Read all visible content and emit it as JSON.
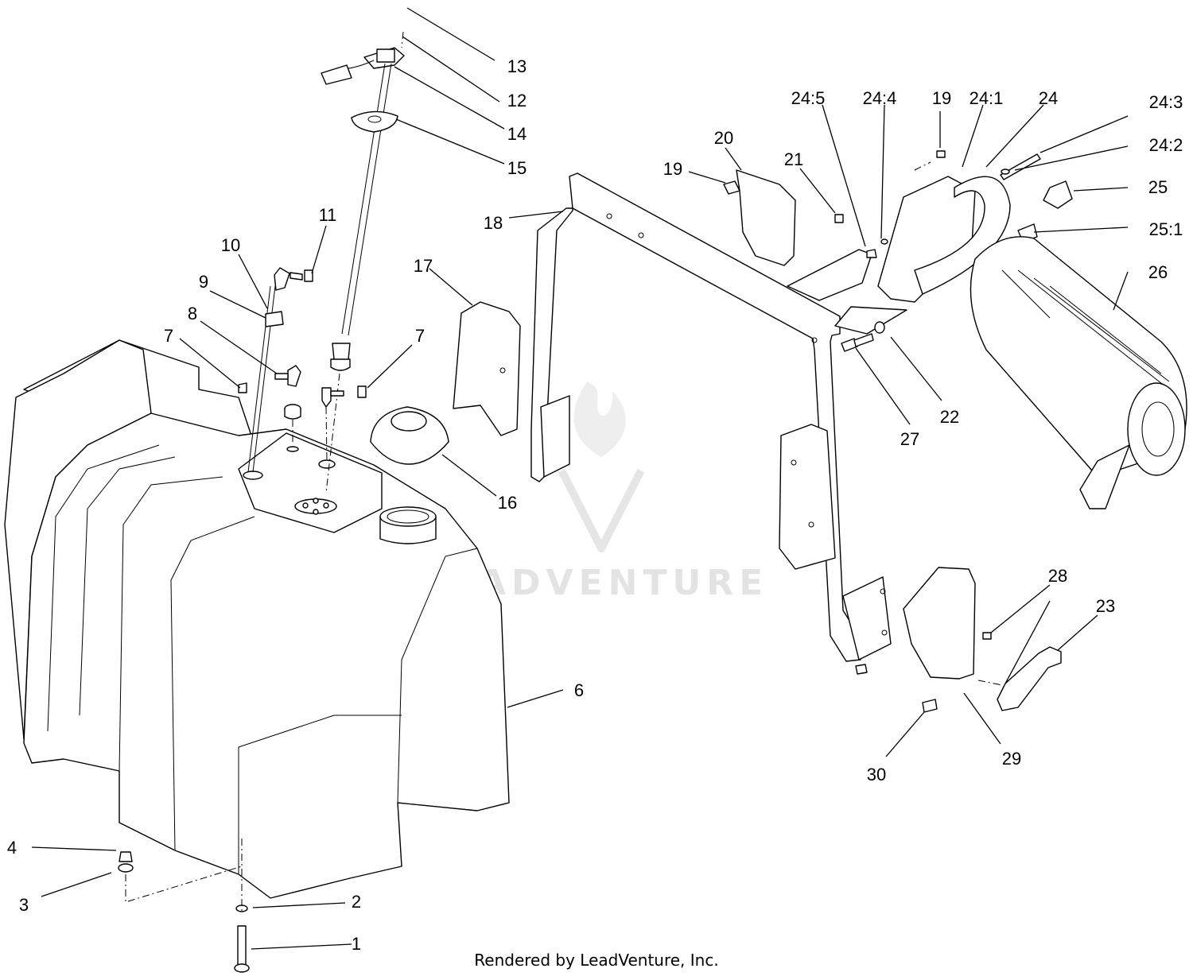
{
  "diagram": {
    "callouts": [
      {
        "id": "c1",
        "text": "1"
      },
      {
        "id": "c2",
        "text": "2"
      },
      {
        "id": "c3",
        "text": "3"
      },
      {
        "id": "c4",
        "text": "4"
      },
      {
        "id": "c6",
        "text": "6"
      },
      {
        "id": "c7a",
        "text": "7"
      },
      {
        "id": "c7b",
        "text": "7"
      },
      {
        "id": "c8",
        "text": "8"
      },
      {
        "id": "c9",
        "text": "9"
      },
      {
        "id": "c10",
        "text": "10"
      },
      {
        "id": "c11",
        "text": "11"
      },
      {
        "id": "c12",
        "text": "12"
      },
      {
        "id": "c13",
        "text": "13"
      },
      {
        "id": "c14",
        "text": "14"
      },
      {
        "id": "c15",
        "text": "15"
      },
      {
        "id": "c16",
        "text": "16"
      },
      {
        "id": "c17",
        "text": "17"
      },
      {
        "id": "c18",
        "text": "18"
      },
      {
        "id": "c19a",
        "text": "19"
      },
      {
        "id": "c19b",
        "text": "19"
      },
      {
        "id": "c20",
        "text": "20"
      },
      {
        "id": "c21",
        "text": "21"
      },
      {
        "id": "c22",
        "text": "22"
      },
      {
        "id": "c23",
        "text": "23"
      },
      {
        "id": "c24",
        "text": "24"
      },
      {
        "id": "c24_1",
        "text": "24:1"
      },
      {
        "id": "c24_2",
        "text": "24:2"
      },
      {
        "id": "c24_3",
        "text": "24:3"
      },
      {
        "id": "c24_4",
        "text": "24:4"
      },
      {
        "id": "c24_5",
        "text": "24:5"
      },
      {
        "id": "c25",
        "text": "25"
      },
      {
        "id": "c25_1",
        "text": "25:1"
      },
      {
        "id": "c26",
        "text": "26"
      },
      {
        "id": "c27",
        "text": "27"
      },
      {
        "id": "c28",
        "text": "28"
      },
      {
        "id": "c29",
        "text": "29"
      },
      {
        "id": "c30",
        "text": "30"
      }
    ]
  },
  "watermark": {
    "text": "LEADVENTURE"
  },
  "footer": {
    "credit": "Rendered by LeadVenture, Inc."
  }
}
